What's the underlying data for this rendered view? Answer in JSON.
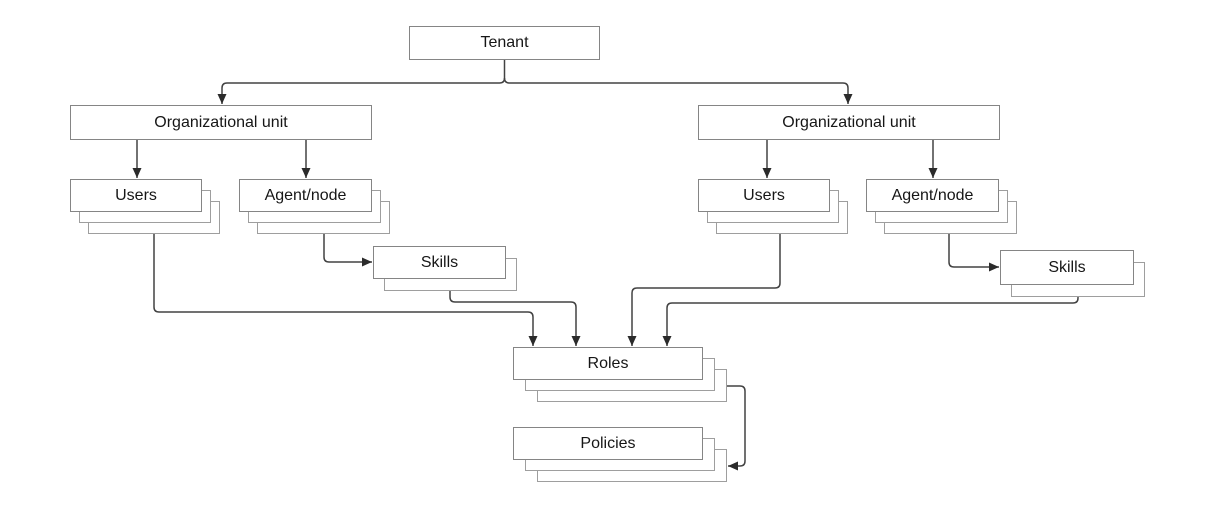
{
  "diagram": {
    "type": "hierarchy",
    "nodes": {
      "tenant": {
        "label": "Tenant",
        "stacked": false
      },
      "ou_left": {
        "label": "Organizational unit",
        "stacked": false
      },
      "ou_right": {
        "label": "Organizational unit",
        "stacked": false
      },
      "users_left": {
        "label": "Users",
        "stacked": true
      },
      "agent_left": {
        "label": "Agent/node",
        "stacked": true
      },
      "skills_left": {
        "label": "Skills",
        "stacked": true
      },
      "users_right": {
        "label": "Users",
        "stacked": true
      },
      "agent_right": {
        "label": "Agent/node",
        "stacked": true
      },
      "skills_right": {
        "label": "Skills",
        "stacked": true
      },
      "roles": {
        "label": "Roles",
        "stacked": true
      },
      "policies": {
        "label": "Policies",
        "stacked": true
      }
    },
    "edges": [
      {
        "from": "tenant",
        "to": "ou_left"
      },
      {
        "from": "tenant",
        "to": "ou_right"
      },
      {
        "from": "ou_left",
        "to": "users_left"
      },
      {
        "from": "ou_left",
        "to": "agent_left"
      },
      {
        "from": "ou_right",
        "to": "users_right"
      },
      {
        "from": "ou_right",
        "to": "agent_right"
      },
      {
        "from": "agent_left",
        "to": "skills_left"
      },
      {
        "from": "agent_right",
        "to": "skills_right"
      },
      {
        "from": "users_left",
        "to": "roles"
      },
      {
        "from": "skills_left",
        "to": "roles"
      },
      {
        "from": "users_right",
        "to": "roles"
      },
      {
        "from": "skills_right",
        "to": "roles"
      },
      {
        "from": "roles",
        "to": "policies"
      }
    ],
    "colors": {
      "box_border": "#858585",
      "stack_layer_border": "#9e9e9e",
      "connector": "#424242",
      "arrowhead": "#2b2b2b",
      "text": "#161616",
      "background": "#ffffff"
    }
  }
}
